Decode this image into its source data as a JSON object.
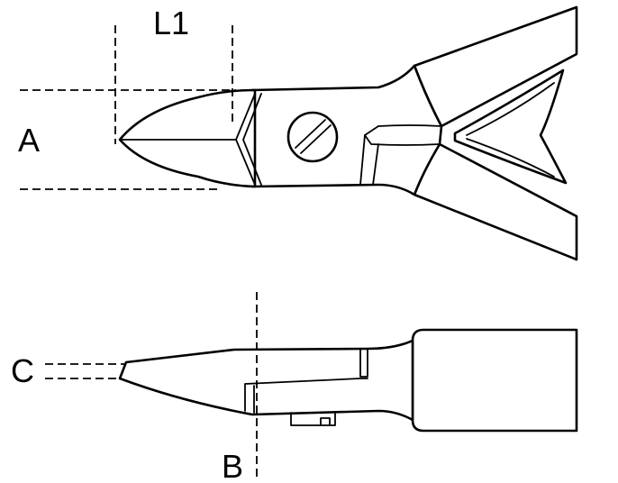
{
  "labels": {
    "l1": "L1",
    "a": "A",
    "b": "B",
    "c": "C"
  },
  "colors": {
    "line": "#000000",
    "background": "#ffffff"
  }
}
